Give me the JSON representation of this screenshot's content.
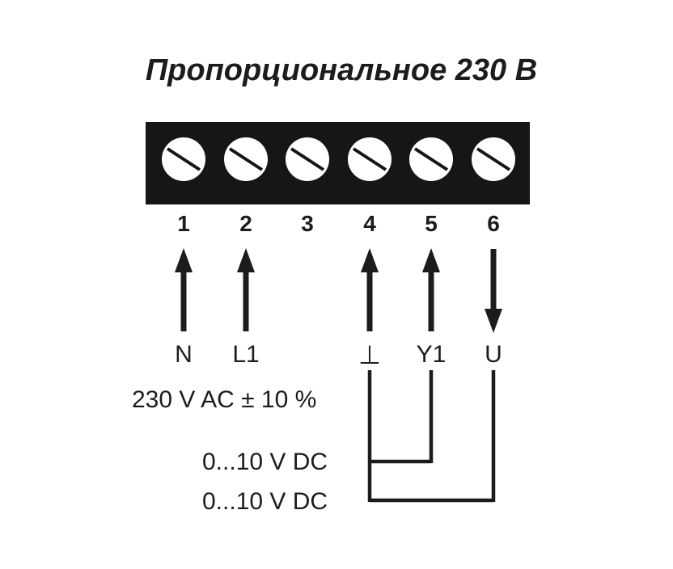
{
  "title": "Пропорциональное 230 В",
  "terminal_block": {
    "terminals": [
      "1",
      "2",
      "3",
      "4",
      "5",
      "6"
    ]
  },
  "pins": {
    "n": "N",
    "l1": "L1",
    "ground": "⊥",
    "y1": "Y1",
    "u": "U"
  },
  "annotations": {
    "power_supply": "230 V AC ± 10 %",
    "signal_input": "0...10 V DC",
    "signal_feedback": "0...10 V DC"
  },
  "colors": {
    "ink": "#1c1c1c",
    "terminal_block_fill": "#161616",
    "background": "#ffffff"
  }
}
